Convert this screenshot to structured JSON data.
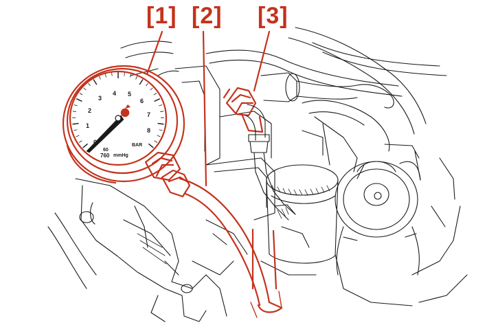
{
  "callouts": {
    "c1": "[1]",
    "c2": "[2]",
    "c3": "[3]"
  },
  "gauge": {
    "ticks": [
      "0",
      "1",
      "2",
      "3",
      "4",
      "5",
      "6",
      "7",
      "8"
    ],
    "unit_bar": "BAR",
    "unit_mmhg": "mmHg",
    "sub_scale": "60",
    "sub_scale_2": "760"
  },
  "colors": {
    "highlight": "#c4321c",
    "line": "#1a1a1a"
  }
}
